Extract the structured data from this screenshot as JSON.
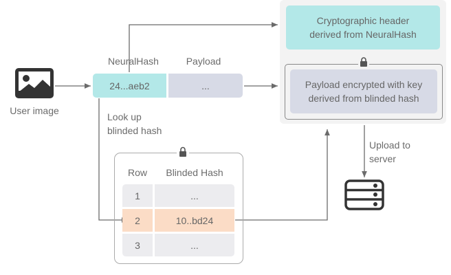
{
  "user_image": {
    "label": "User image",
    "icon": "image-icon"
  },
  "voucher": {
    "neuralhash_header": "NeuralHash",
    "payload_header": "Payload",
    "neuralhash_value": "24...aeb2",
    "payload_value": "..."
  },
  "lookup_label": [
    "Look up",
    "blinded hash"
  ],
  "output": {
    "header_text": [
      "Cryptographic header",
      "derived from NeuralHash"
    ],
    "payload_text": [
      "Payload encrypted with key",
      "derived from blinded hash"
    ],
    "lock_icon": "lock-icon"
  },
  "upload_label": [
    "Upload to",
    "server"
  ],
  "server_icon": "server-icon",
  "table": {
    "lock_icon": "lock-icon",
    "headers": [
      "Row",
      "Blinded Hash"
    ],
    "rows": [
      {
        "row": "1",
        "hash": "..."
      },
      {
        "row": "2",
        "hash": "10..bd24",
        "highlighted": true
      },
      {
        "row": "3",
        "hash": "..."
      }
    ]
  },
  "colors": {
    "teal": "#b3e8e8",
    "lavender": "#d7dae6",
    "orange": "#fbdcc6",
    "panel": "#f3f3f3",
    "line": "#6b6b6b"
  }
}
